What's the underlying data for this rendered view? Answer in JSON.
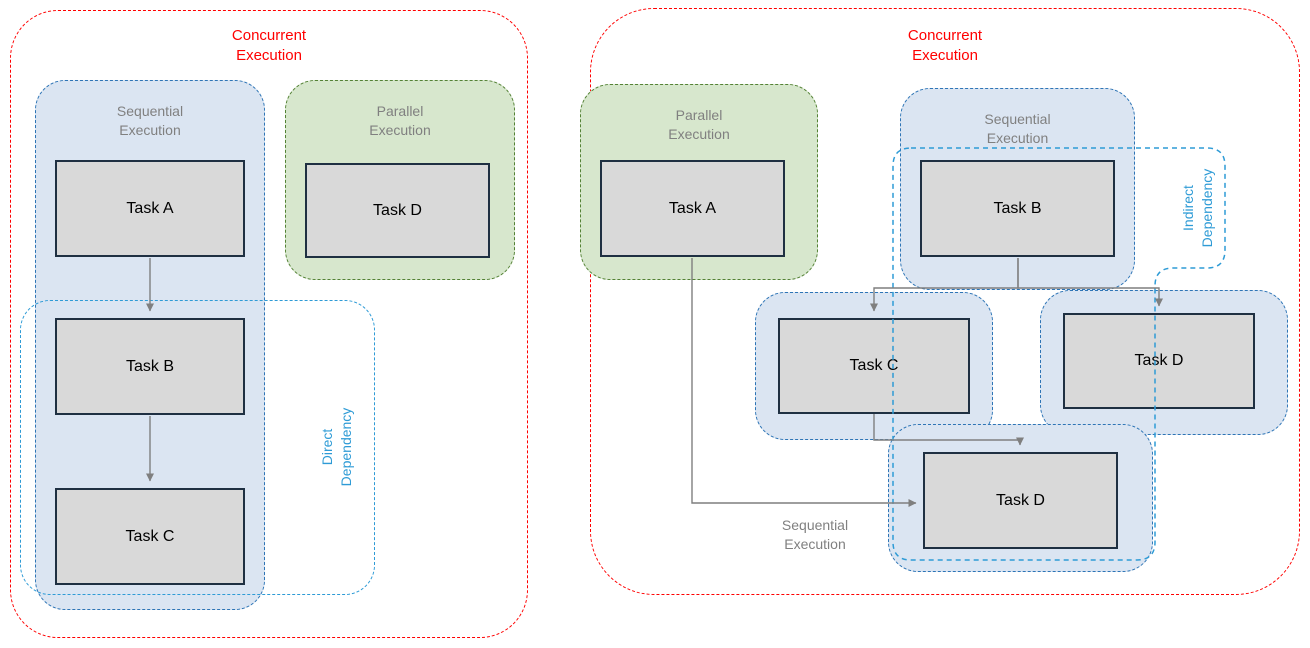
{
  "colors": {
    "concurrent_red": "#ff0000",
    "sequential_fill": "#dbe5f2",
    "sequential_border": "#2e75b6",
    "parallel_fill": "#d7e7cd",
    "parallel_border": "#548235",
    "dependency_blue": "#2e9bd6",
    "task_fill": "#d9d9d9",
    "task_border": "#1f3042",
    "label_gray": "#808080",
    "arrow_gray": "#7f7f7f"
  },
  "left": {
    "title": "Concurrent\nExecution",
    "sequential_label": "Sequential\nExecution",
    "parallel_label": "Parallel\nExecution",
    "direct_dependency_label": "Direct\nDependency",
    "tasks": {
      "a": "Task A",
      "b": "Task B",
      "c": "Task C",
      "d": "Task D"
    },
    "edges": [
      {
        "from": "Task A",
        "to": "Task B"
      },
      {
        "from": "Task B",
        "to": "Task C"
      }
    ]
  },
  "right": {
    "title": "Concurrent\nExecution",
    "parallel_label": "Parallel\nExecution",
    "sequential_top_label": "Sequential\nExecution",
    "sequential_bottom_label": "Sequential\nExecution",
    "indirect_dependency_label": "Indirect\nDependency",
    "tasks": {
      "a": "Task A",
      "b": "Task B",
      "c": "Task C",
      "d_right": "Task D",
      "d_bottom": "Task D"
    },
    "edges": [
      {
        "from": "Task B",
        "to": "Task C"
      },
      {
        "from": "Task B",
        "to": "Task D (right)"
      },
      {
        "from": "Task C",
        "to": "Task D (bottom)"
      },
      {
        "from": "Task A",
        "to": "Task D (bottom)"
      }
    ]
  }
}
